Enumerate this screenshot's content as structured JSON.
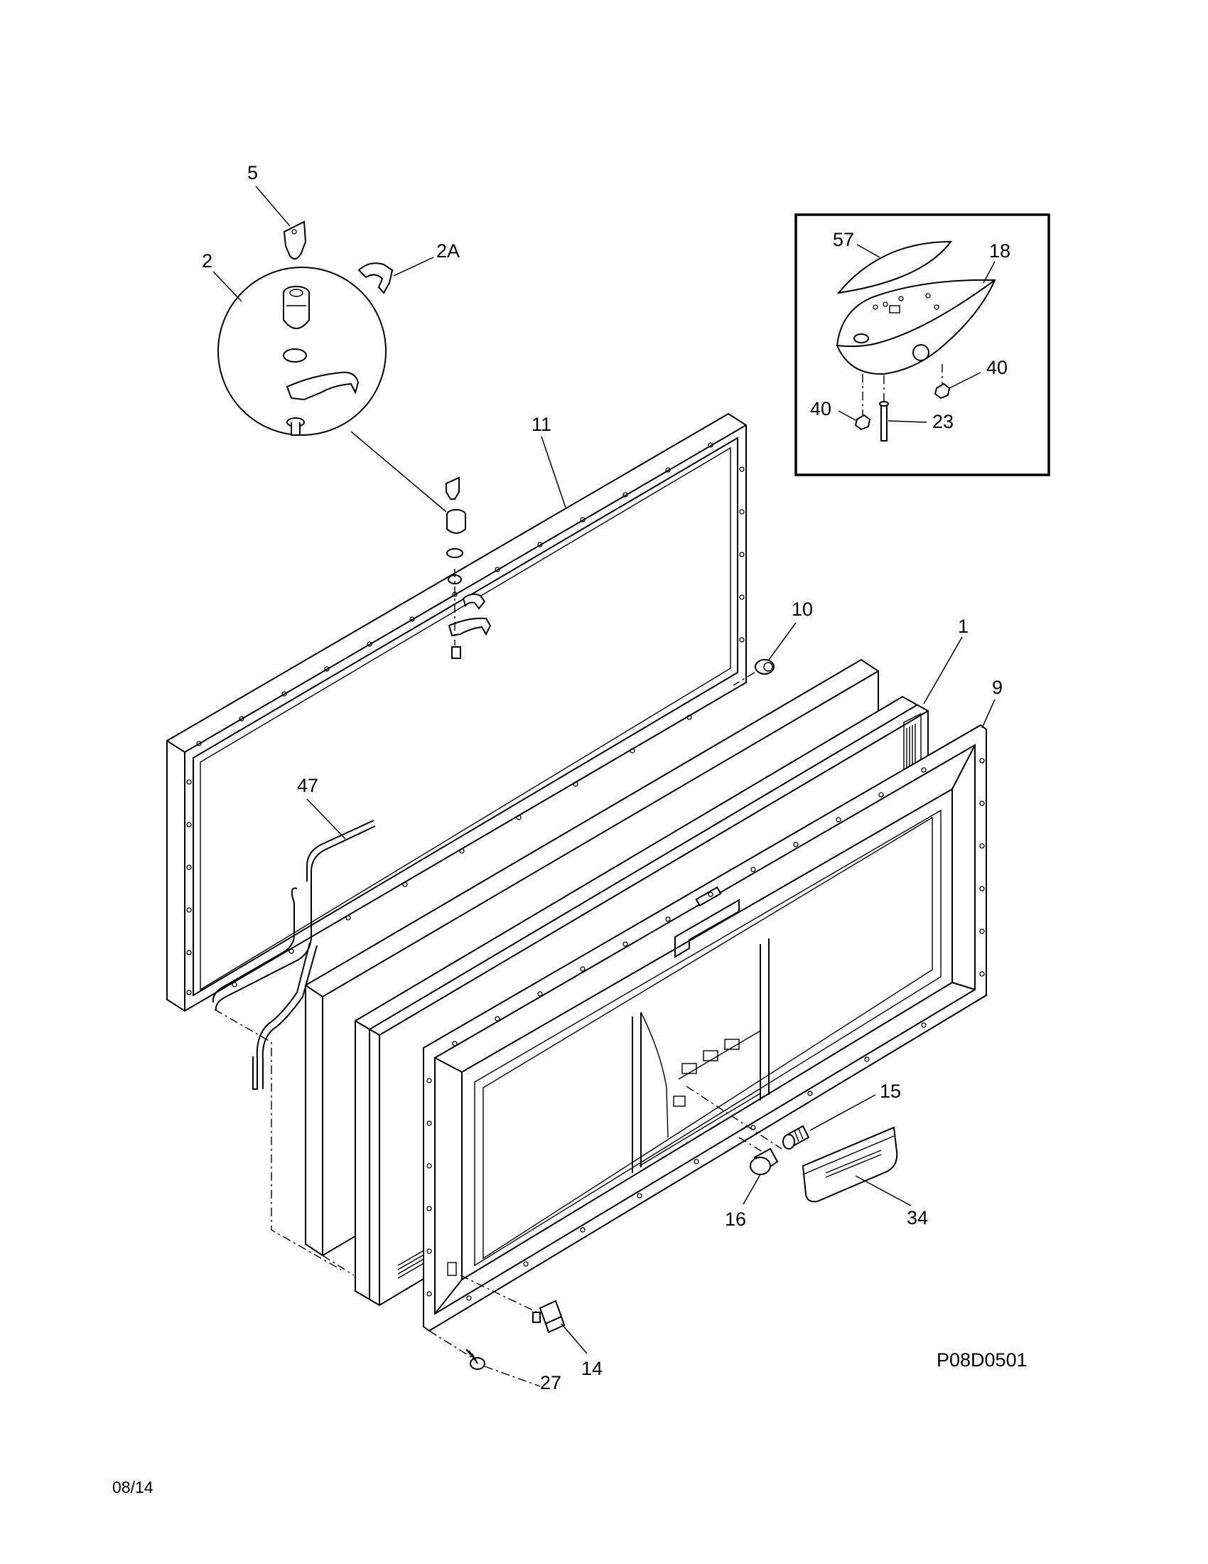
{
  "diagram_code": "P08D0501",
  "revision_date": "08/14",
  "callouts": {
    "c5": "5",
    "c2": "2",
    "c2a": "2A",
    "c11": "11",
    "c57": "57",
    "c18": "18",
    "c40a": "40",
    "c40b": "40",
    "c23": "23",
    "c10": "10",
    "c1": "1",
    "c9": "9",
    "c47": "47",
    "c15": "15",
    "c16": "16",
    "c34": "34",
    "c14": "14",
    "c27": "27"
  }
}
